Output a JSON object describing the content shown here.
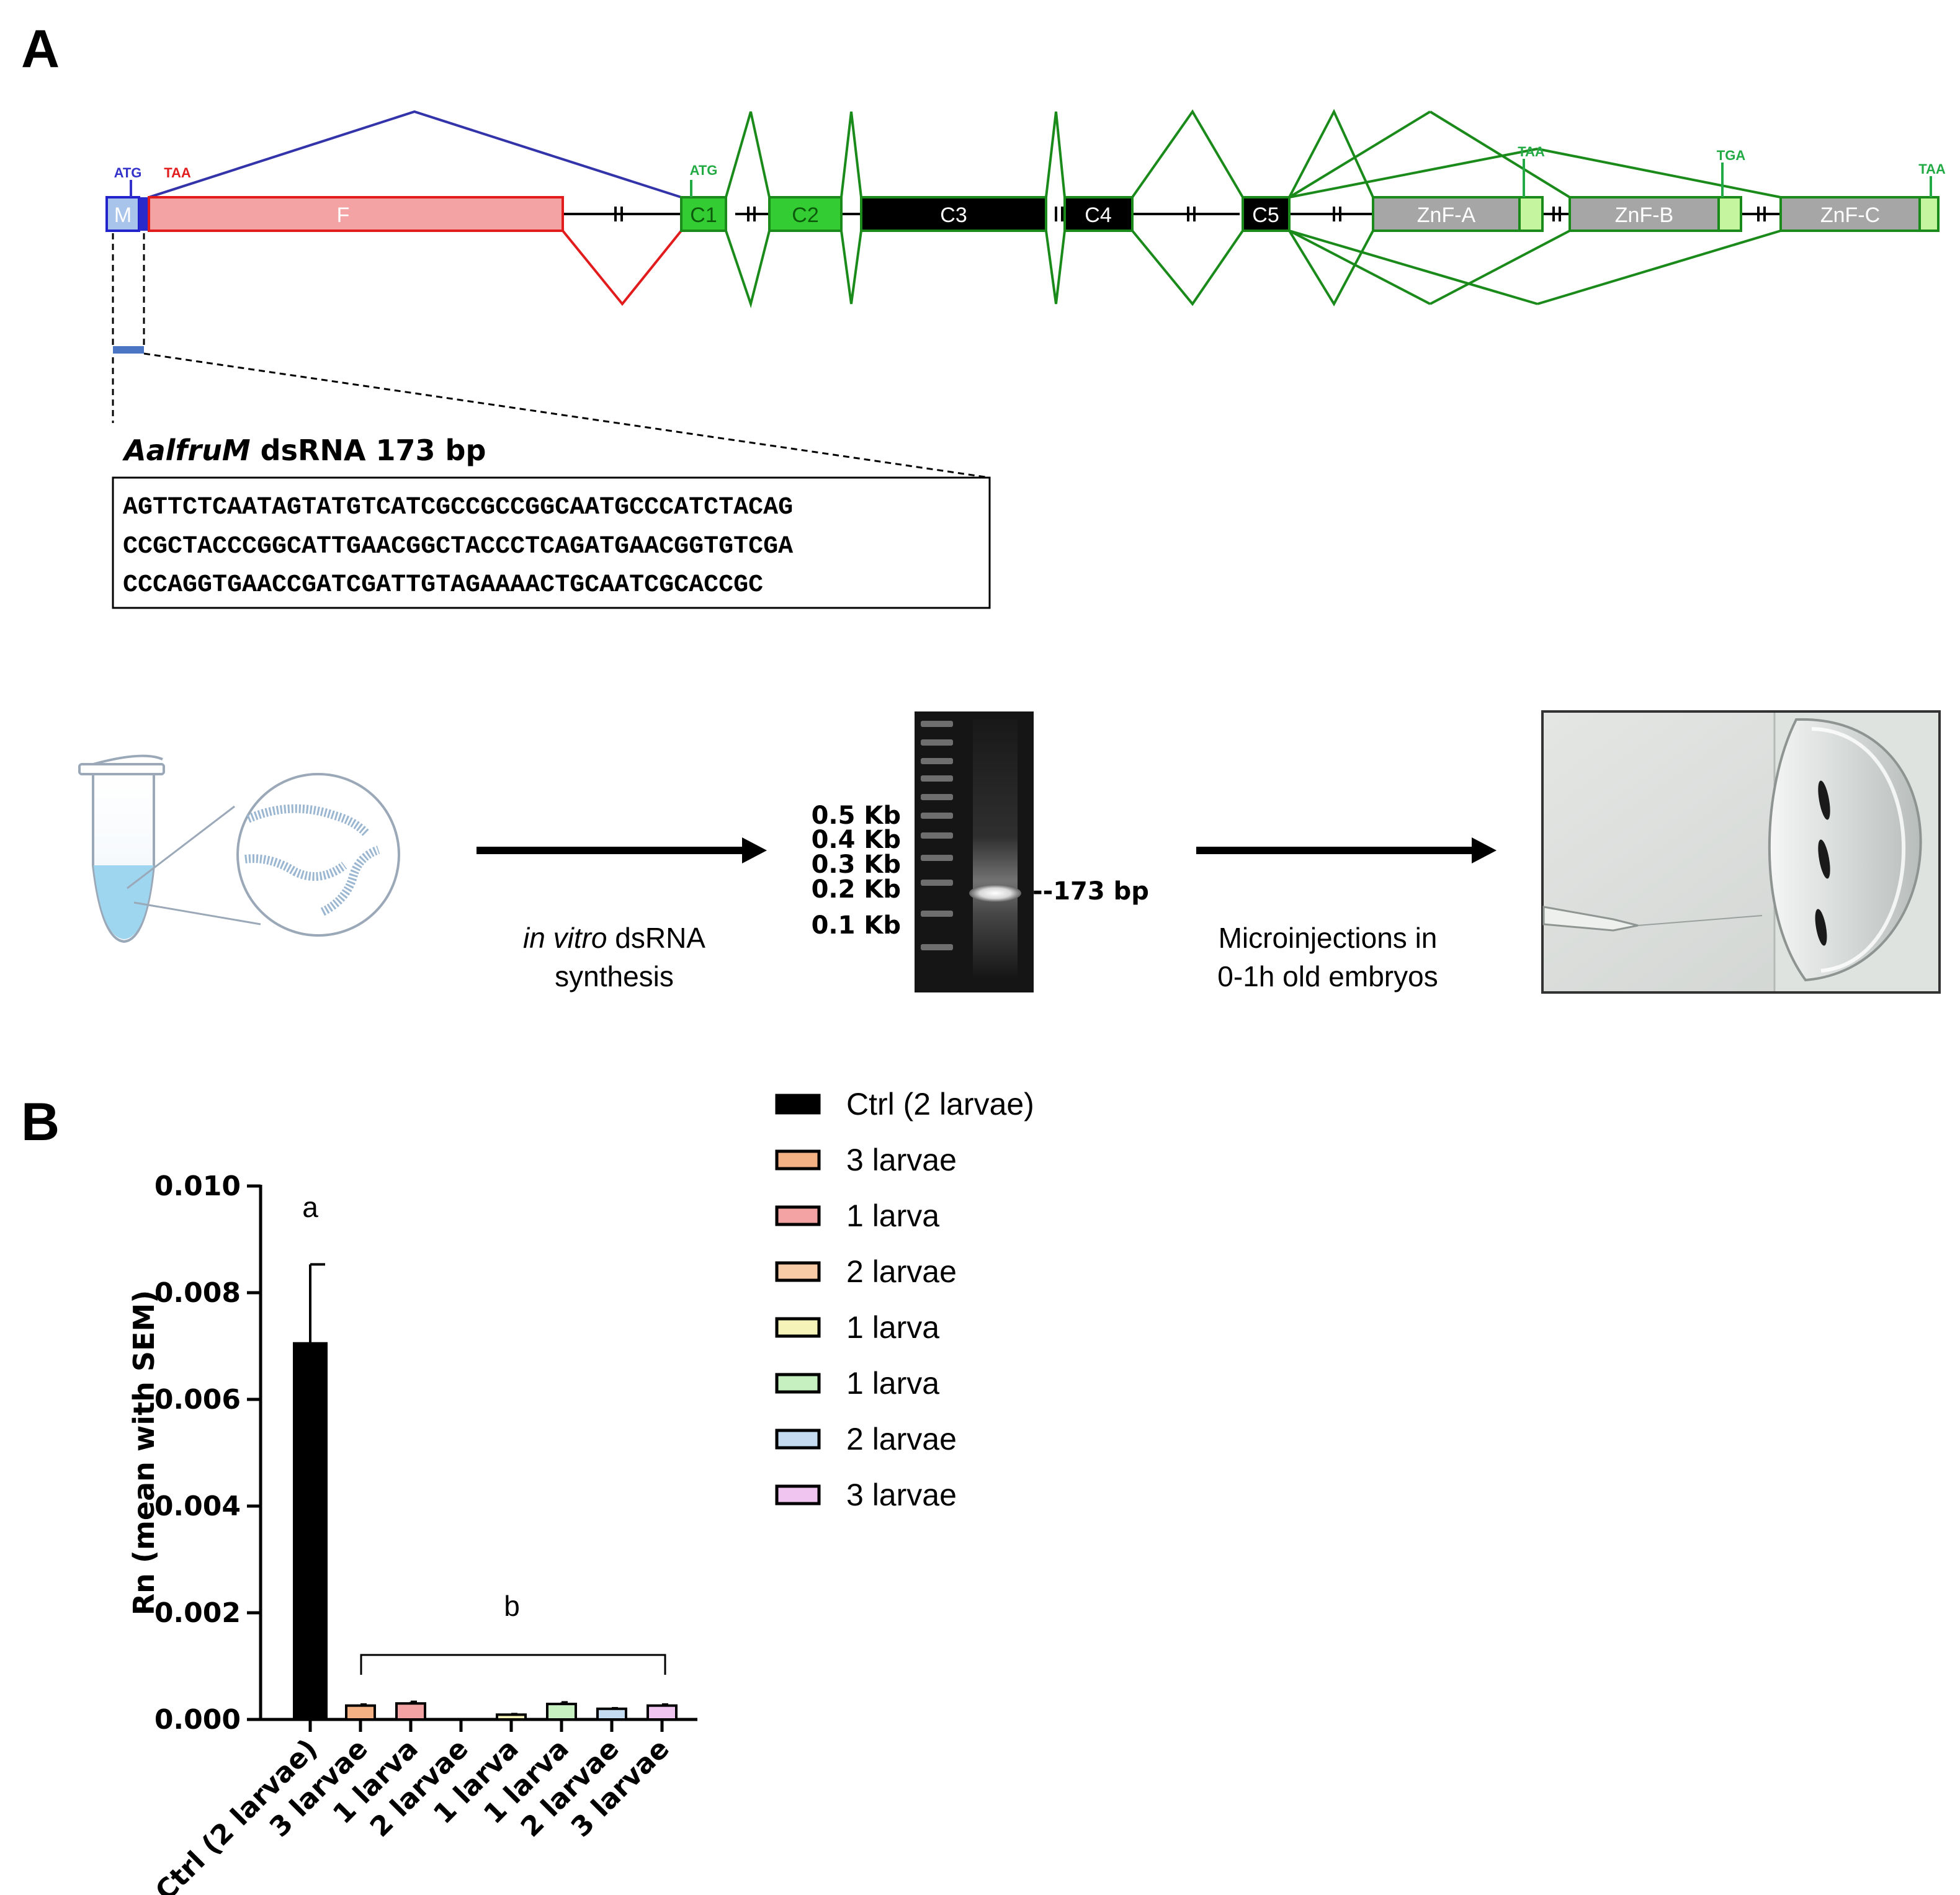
{
  "panel_a": {
    "label": "A",
    "gene_model": {
      "exons": [
        {
          "name": "M",
          "fill": "#a9c4ea",
          "stroke": "#2222cc",
          "text_color": "#ffffff"
        },
        {
          "name": "F",
          "fill": "#f4a3a5",
          "stroke": "#e21c1c",
          "text_color": "#ffffff"
        },
        {
          "name": "C1",
          "fill": "#33cc33",
          "stroke": "#1a8a1a",
          "text_color": "#0d5a0d"
        },
        {
          "name": "C2",
          "fill": "#33cc33",
          "stroke": "#1a8a1a",
          "text_color": "#0d5a0d"
        },
        {
          "name": "C3",
          "fill": "#000000",
          "stroke": "#1a8a1a",
          "text_color": "#ffffff"
        },
        {
          "name": "C4",
          "fill": "#000000",
          "stroke": "#1a8a1a",
          "text_color": "#ffffff"
        },
        {
          "name": "C5",
          "fill": "#000000",
          "stroke": "#1a8a1a",
          "text_color": "#ffffff"
        },
        {
          "name": "ZnF-A",
          "fill": "#a6a6a6",
          "stroke": "#1a8a1a",
          "text_color": "#ffffff"
        },
        {
          "name": "ZnF-B",
          "fill": "#a6a6a6",
          "stroke": "#1a8a1a",
          "text_color": "#ffffff"
        },
        {
          "name": "ZnF-C",
          "fill": "#a6a6a6",
          "stroke": "#1a8a1a",
          "text_color": "#ffffff"
        }
      ],
      "codons": [
        {
          "text": "ATG",
          "color": "#3333cc"
        },
        {
          "text": "TAA",
          "color": "#e21c1c"
        },
        {
          "text": "ATG",
          "color": "#22aa44"
        },
        {
          "text": "TAA",
          "color": "#22aa44"
        },
        {
          "text": "TGA",
          "color": "#22aa44"
        },
        {
          "text": "TAA",
          "color": "#22aa44"
        }
      ],
      "colors": {
        "male_splice": "#3333aa",
        "female_splice": "#e21c1c",
        "common_splice": "#1a8a1a",
        "dsrna_region": "#4a74c4"
      }
    },
    "dsrna": {
      "title_italic": "AalfruM",
      "title_rest": " dsRNA 173 bp",
      "sequence_lines": [
        "AGTTCTCAATAGTATGTCATCGCCGCCGGCAATGCCCATCTACAG",
        "CCGCTACCCGGCATTGAACGGCTACCCTCAGATGAACGGTGTCGA",
        "CCCAGGTGAACCGATCGATTGTAGAAAACTGCAATCGCACCGC"
      ]
    },
    "workflow": {
      "step1_italic": "in vitro",
      "step1_rest": " dsRNA",
      "step1_line2": "synthesis",
      "gel_markers": [
        "0.5 Kb",
        "0.4 Kb",
        "0.3 Kb",
        "0.2 Kb",
        "0.1 Kb"
      ],
      "band_label": "--173 bp",
      "step2_line1": "Microinjections in",
      "step2_line2": "0-1h old embryos"
    }
  },
  "panel_b": {
    "label": "B",
    "legend": [
      {
        "label": "Ctrl (2 larvae)",
        "color": "#000000"
      },
      {
        "label": "3 larvae",
        "color": "#f4b183"
      },
      {
        "label": "1 larva",
        "color": "#f4a3a5"
      },
      {
        "label": "2 larvae",
        "color": "#f8cba7"
      },
      {
        "label": "1 larva",
        "color": "#f5f3b8"
      },
      {
        "label": "1 larva",
        "color": "#c6f0c0"
      },
      {
        "label": "2 larvae",
        "color": "#c5dcf0"
      },
      {
        "label": "3 larvae",
        "color": "#f0c6f0"
      }
    ],
    "significance": {
      "a": "a",
      "b": "b"
    }
  },
  "chart_data": {
    "type": "bar",
    "title": "",
    "xlabel": "",
    "ylabel": "Rn (mean with SEM)",
    "ylim": [
      0,
      0.01
    ],
    "yticks": [
      "0.000",
      "0.002",
      "0.004",
      "0.006",
      "0.008",
      "0.010"
    ],
    "categories": [
      "Ctrl (2 larvae)",
      "3 larvae",
      "1 larva",
      "2 larvae",
      "1 larva",
      "1 larva",
      "2 larvae",
      "3 larvae"
    ],
    "values": [
      0.00705,
      0.00026,
      0.0003,
      0.0,
      9e-05,
      0.00029,
      0.0002,
      0.00026
    ],
    "sem": [
      0.00148,
      2e-05,
      3e-05,
      0.0,
      1e-05,
      3e-05,
      1e-05,
      2e-05
    ],
    "colors": [
      "#000000",
      "#f4b183",
      "#f4a3a5",
      "#f8cba7",
      "#f5f3b8",
      "#c6f0c0",
      "#c5dcf0",
      "#f0c6f0"
    ],
    "legend_position": "right"
  }
}
